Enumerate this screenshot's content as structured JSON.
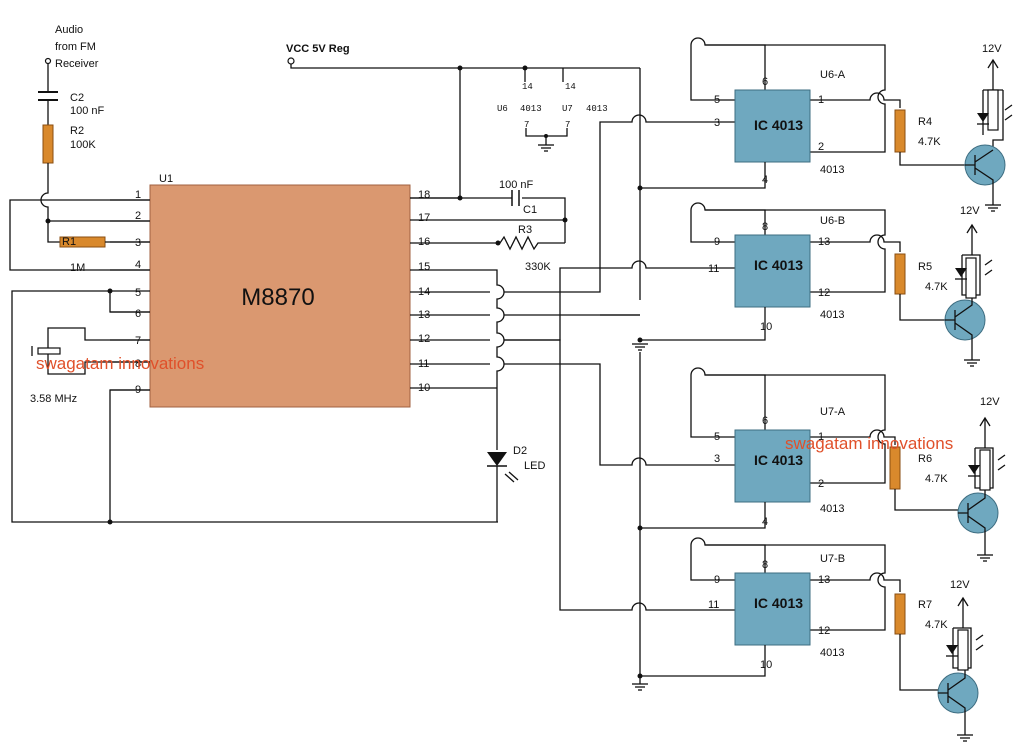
{
  "texts": {
    "audio1": "Audio",
    "audio2": "from FM",
    "audio3": "Receiver",
    "vcc": "VCC 5V Reg",
    "c2": "C2",
    "c2v": "100 nF",
    "r2": "R2",
    "r2v": "100K",
    "u1": "U1",
    "main_ic": "M8870",
    "r1": "R1",
    "r1v": "1M",
    "c1v": "100 nF",
    "c1": "C1",
    "r3": "R3",
    "r3v": "330K",
    "crystal": "3.58 MHz",
    "d2": "D2",
    "led": "LED",
    "u6_14": "14",
    "u7_14": "14",
    "u6_lbl": "U6",
    "u6_part": "4013",
    "u7_lbl": "U7",
    "u7_part": "4013",
    "u6_7": "7",
    "u7_7": "7",
    "wm1": "swagatam innovations",
    "wm2": "swagatam innovations"
  },
  "main_pins_left": [
    "1",
    "2",
    "3",
    "4",
    "5",
    "6",
    "7",
    "8",
    "9"
  ],
  "main_pins_right": [
    "18",
    "17",
    "16",
    "15",
    "14",
    "13",
    "12",
    "11",
    "10"
  ],
  "stages": [
    {
      "unit": "U6-A",
      "ic": "IC 4013",
      "part": "4013",
      "pin_top": "6",
      "pin_bot": "4",
      "in_a": "5",
      "in_b": "3",
      "out_a": "1",
      "out_b": "2",
      "res": "R4",
      "res_v": "4.7K",
      "supply": "12V"
    },
    {
      "unit": "U6-B",
      "ic": "IC 4013",
      "part": "4013",
      "pin_top": "8",
      "pin_bot": "10",
      "in_a": "9",
      "in_b": "11",
      "out_a": "13",
      "out_b": "12",
      "res": "R5",
      "res_v": "4.7K",
      "supply": "12V"
    },
    {
      "unit": "U7-A",
      "ic": "IC 4013",
      "part": "4013",
      "pin_top": "6",
      "pin_bot": "4",
      "in_a": "5",
      "in_b": "3",
      "out_a": "1",
      "out_b": "2",
      "res": "R6",
      "res_v": "4.7K",
      "supply": "12V"
    },
    {
      "unit": "U7-B",
      "ic": "IC 4013",
      "part": "4013",
      "pin_top": "8",
      "pin_bot": "10",
      "in_a": "9",
      "in_b": "11",
      "out_a": "13",
      "out_b": "12",
      "res": "R7",
      "res_v": "4.7K",
      "supply": "12V"
    }
  ]
}
